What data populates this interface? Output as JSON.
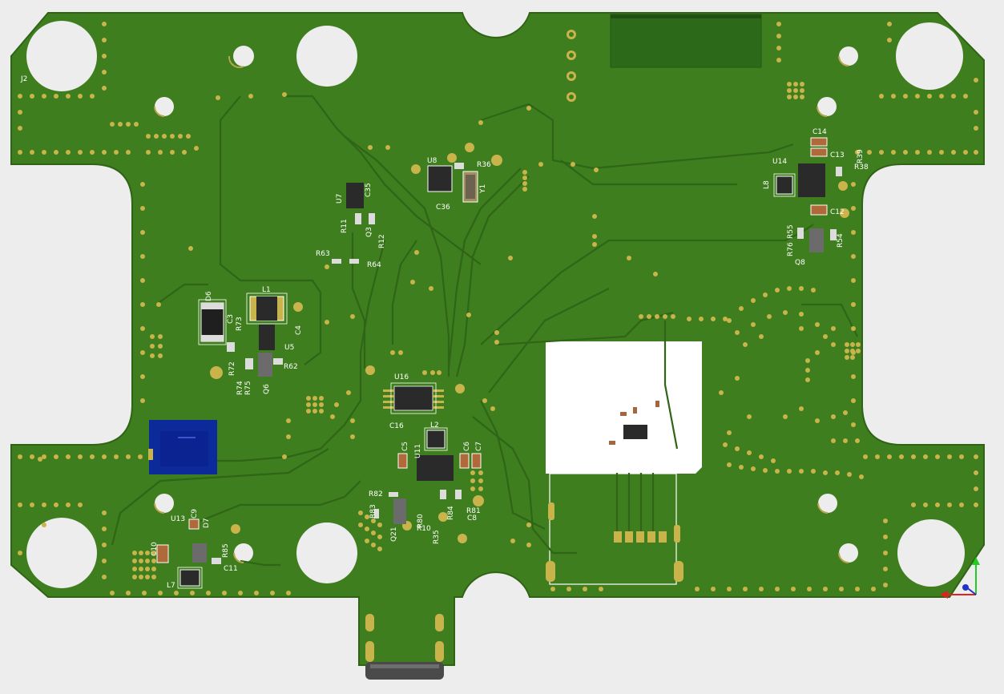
{
  "board": {
    "colors": {
      "background": "#ededed",
      "board": "#3f7e1f",
      "board_edge": "#2f6415",
      "trace": "#2f6516",
      "via": "#c8b44a",
      "pad": "#d4c368",
      "silkscreen": "#ffffff",
      "keepout": "#ffffff",
      "connector": "#0d2a9a",
      "ic_body": "#2a2a2a",
      "module_area": "#2c6a1a"
    }
  },
  "labels": {
    "j2": "J2",
    "d6": "D6",
    "l1": "L1",
    "c3": "C3",
    "r73": "R73",
    "c4": "C4",
    "u5": "U5",
    "r72": "R72",
    "r74": "R74",
    "r75": "R75",
    "q6": "Q6",
    "r62": "R62",
    "u7": "U7",
    "c35": "C35",
    "r11": "R11",
    "q3": "Q3",
    "r12": "R12",
    "r63": "R63",
    "r64": "R64",
    "u8": "U8",
    "r36": "R36",
    "y1": "Y1",
    "c36": "C36",
    "u16": "U16",
    "c16": "C16",
    "l2": "L2",
    "c5": "C5",
    "u11": "U11",
    "c6": "C6",
    "c7": "C7",
    "r82": "R82",
    "r83": "R83",
    "q21": "Q21",
    "r80": "R80",
    "r10": "R10",
    "r35": "R35",
    "r84": "R84",
    "r81": "R81",
    "c8": "C8",
    "u13": "U13",
    "c9": "C9",
    "d7": "D7",
    "c10": "C10",
    "r85": "R85",
    "c11": "C11",
    "l7": "L7",
    "c14": "C14",
    "c13": "C13",
    "r39": "R39",
    "r38": "R38",
    "u14": "U14",
    "l8": "L8",
    "c12": "C12",
    "r76": "R76",
    "r55": "R55",
    "r54": "R54",
    "q8": "Q8"
  }
}
